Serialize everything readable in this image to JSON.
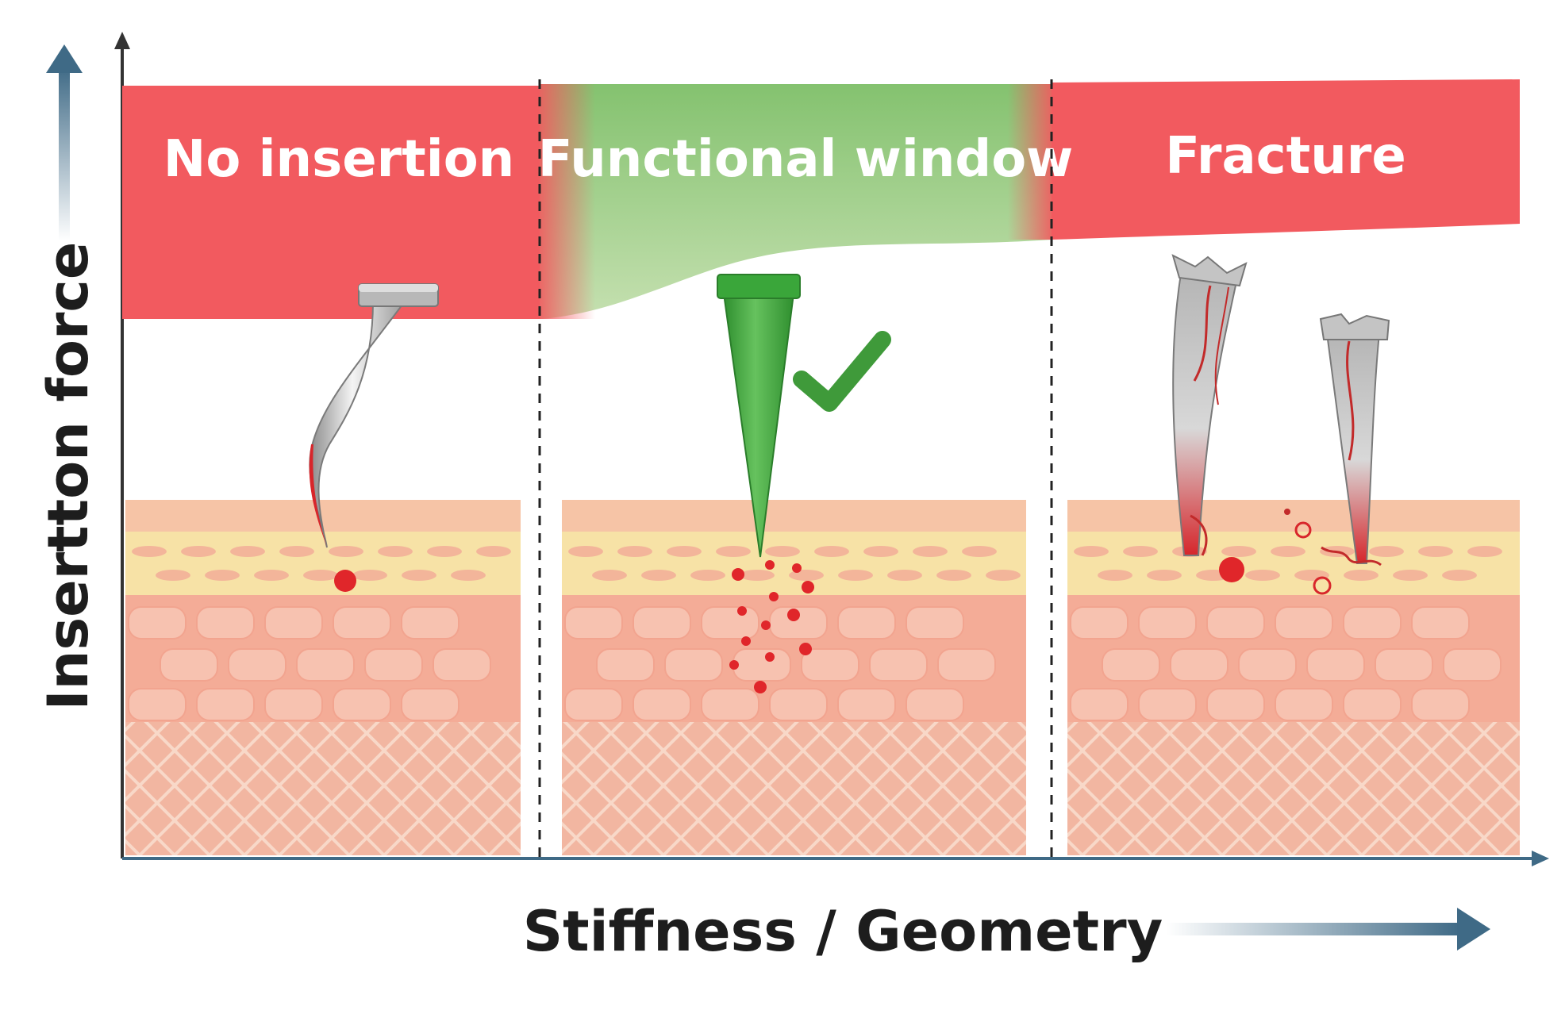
{
  "zones": [
    {
      "id": "no-insertion",
      "label": "No insertion",
      "color": "#f25a5f"
    },
    {
      "id": "functional-window",
      "label": "Functional window",
      "color": "#8fc77c"
    },
    {
      "id": "fracture",
      "label": "Fracture",
      "color": "#f25a5f"
    }
  ],
  "axes": {
    "y_label": "Insertton force",
    "x_label": "Stiffness / Geometry",
    "arrow_color": "#3f6a86"
  },
  "colors": {
    "needle_green": "#3aa63a",
    "check_green": "#3f9a3a",
    "blood_red": "#e0262a",
    "skin_top": "#f6c9ac",
    "skin_yellow": "#f7e2a0",
    "skin_mid": "#f4a995",
    "skin_base": "#f2b8a4"
  }
}
